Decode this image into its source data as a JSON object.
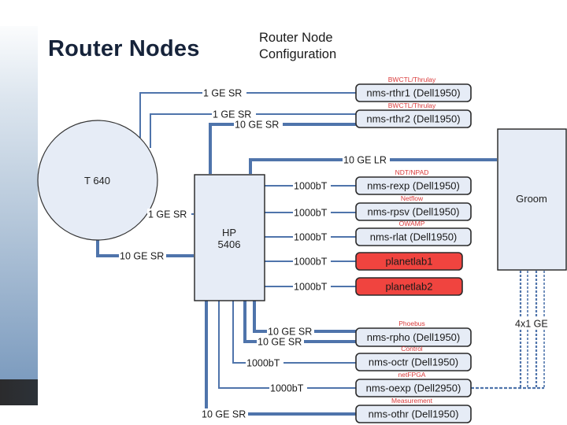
{
  "slide": {
    "title": "Router Nodes",
    "subtitle_line1": "Router Node",
    "subtitle_line2": "Configuration"
  },
  "colors": {
    "link": "#4f74ab",
    "node_fill": "#e6ecf6",
    "node_stroke": "#333333",
    "highlight_fill": "#f0443f",
    "annotation": "#d93a3a",
    "sidebar_band": "#2b2e32"
  },
  "devices": {
    "t640": {
      "label": "T 640",
      "shape": "circle"
    },
    "hp": {
      "label_line1": "HP",
      "label_line2": "5406",
      "shape": "rectangle"
    },
    "groom": {
      "label": "Groom",
      "shape": "rectangle"
    }
  },
  "nodes": [
    {
      "id": "rthr1",
      "label": "nms-rthr1 (Dell1950)",
      "role": "BWCTL/Thrulay",
      "highlight": false
    },
    {
      "id": "rthr2",
      "label": "nms-rthr2 (Dell1950)",
      "role": "BWCTL/Thrulay",
      "highlight": false
    },
    {
      "id": "rexp",
      "label": "nms-rexp (Dell1950)",
      "role": "NDT/NPAD",
      "highlight": false
    },
    {
      "id": "rpsv",
      "label": "nms-rpsv (Dell1950)",
      "role": "Netflow",
      "highlight": false
    },
    {
      "id": "rlat",
      "label": "nms-rlat (Dell1950)",
      "role": "OWAMP",
      "highlight": false
    },
    {
      "id": "planetlab1",
      "label": "planetlab1",
      "role": "",
      "highlight": true
    },
    {
      "id": "planetlab2",
      "label": "planetlab2",
      "role": "",
      "highlight": true
    },
    {
      "id": "rpho",
      "label": "nms-rpho (Dell1950)",
      "role": "Phoebus",
      "highlight": false
    },
    {
      "id": "octr",
      "label": "nms-octr (Dell1950)",
      "role": "Control",
      "highlight": false
    },
    {
      "id": "oexp",
      "label": "nms-oexp (Dell2950)",
      "role": "netFPGA",
      "highlight": false
    },
    {
      "id": "othr",
      "label": "nms-othr (Dell1950)",
      "role": "Measurement",
      "highlight": false
    }
  ],
  "links": [
    {
      "from": "t640",
      "to": "rthr1",
      "label": "1 GE SR",
      "type": "1ge"
    },
    {
      "from": "t640",
      "to": "rthr2",
      "label": "1 GE SR",
      "type": "1ge"
    },
    {
      "from": "hp",
      "to": "rthr2",
      "label": "10 GE SR",
      "type": "10ge"
    },
    {
      "from": "hp",
      "to": "groom",
      "label": "10 GE LR",
      "type": "10ge"
    },
    {
      "from": "hp",
      "to": "rexp",
      "label": "1000bT",
      "type": "1ge"
    },
    {
      "from": "hp",
      "to": "rpsv",
      "label": "1000bT",
      "type": "1ge"
    },
    {
      "from": "hp",
      "to": "rlat",
      "label": "1000bT",
      "type": "1ge"
    },
    {
      "from": "hp",
      "to": "planetlab1",
      "label": "1000bT",
      "type": "1ge"
    },
    {
      "from": "hp",
      "to": "planetlab2",
      "label": "1000bT",
      "type": "1ge"
    },
    {
      "from": "t640",
      "to": "hp",
      "label": "1 GE SR",
      "type": "1ge"
    },
    {
      "from": "t640",
      "to": "hp",
      "label": "10 GE SR",
      "type": "10ge"
    },
    {
      "from": "hp",
      "to": "rpho",
      "label": "10 GE SR",
      "type": "10ge"
    },
    {
      "from": "hp",
      "to": "rpho",
      "label": "10 GE SR",
      "type": "10ge"
    },
    {
      "from": "hp",
      "to": "octr",
      "label": "1000bT",
      "type": "1ge"
    },
    {
      "from": "hp",
      "to": "oexp",
      "label": "1000bT",
      "type": "1ge"
    },
    {
      "from": "hp",
      "to": "othr",
      "label": "10 GE SR",
      "type": "10ge"
    },
    {
      "from": "groom",
      "to": "oexp",
      "label": "4x1 GE",
      "type": "dashed"
    }
  ]
}
